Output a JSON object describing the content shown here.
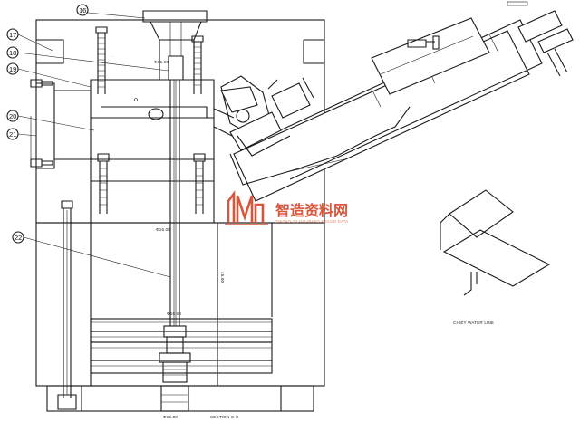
{
  "drawing": {
    "section_label": "SECTION C-C",
    "water_line_label": "CHIEY WATER LINE",
    "dimension_labels": [
      "Φ16.00",
      "Φ16.00",
      "Φ16.00",
      "Φ16.00",
      "45.00"
    ],
    "callouts": [
      "16",
      "17",
      "18",
      "19",
      "20",
      "21",
      "22"
    ]
  },
  "watermark": {
    "brand_cn": "智造资料网",
    "brand_en": "ZHIZAO ZILIAO WANG MOULD DATA",
    "logo_color": "#d9472b"
  }
}
